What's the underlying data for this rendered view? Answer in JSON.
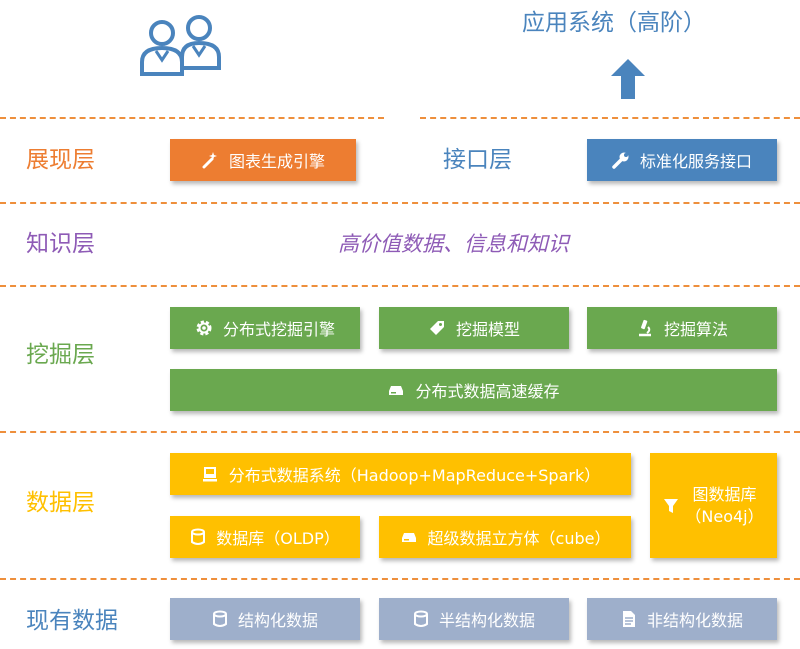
{
  "top": {
    "app_title": "应用系统（高阶）",
    "users_icon": "users-icon",
    "arrow_icon": "arrow-up-icon"
  },
  "colors": {
    "divider": "#ee8f3c",
    "presentation": "#ed7d31",
    "interface": "#4a84bd",
    "knowledge": "#8e5bb6",
    "mining": "#6aa84f",
    "data": "#ffc000",
    "existing": "#9eafcb"
  },
  "presentation": {
    "label": "展现层",
    "chart_engine": {
      "label": "图表生成引擎",
      "icon": "magic-wand-icon"
    }
  },
  "interface": {
    "label": "接口层",
    "service_api": {
      "label": "标准化服务接口",
      "icon": "wrench-icon"
    }
  },
  "knowledge": {
    "label": "知识层",
    "text": "高价值数据、信息和知识"
  },
  "mining": {
    "label": "挖掘层",
    "engine": {
      "label": "分布式挖掘引擎",
      "icon": "gear-icon"
    },
    "model": {
      "label": "挖掘模型",
      "icon": "tag-icon"
    },
    "algorithm": {
      "label": "挖掘算法",
      "icon": "microscope-icon"
    },
    "cache": {
      "label": "分布式数据高速缓存",
      "icon": "hard-drive-icon"
    }
  },
  "data": {
    "label": "数据层",
    "dfs": {
      "label": "分布式数据系统（Hadoop+MapReduce+Spark）",
      "icon": "server-icon"
    },
    "oldp": {
      "label": "数据库（OLDP）",
      "icon": "database-icon"
    },
    "cube": {
      "label": "超级数据立方体（cube）",
      "icon": "hard-drive-icon"
    },
    "graph_db": {
      "line1": "图数据库",
      "line2": "（Neo4j）",
      "icon": "filter-icon"
    }
  },
  "existing": {
    "label": "现有数据",
    "structured": {
      "label": "结构化数据",
      "icon": "database-icon"
    },
    "semi": {
      "label": "半结构化数据",
      "icon": "database-icon"
    },
    "unstructured": {
      "label": "非结构化数据",
      "icon": "document-icon"
    }
  }
}
